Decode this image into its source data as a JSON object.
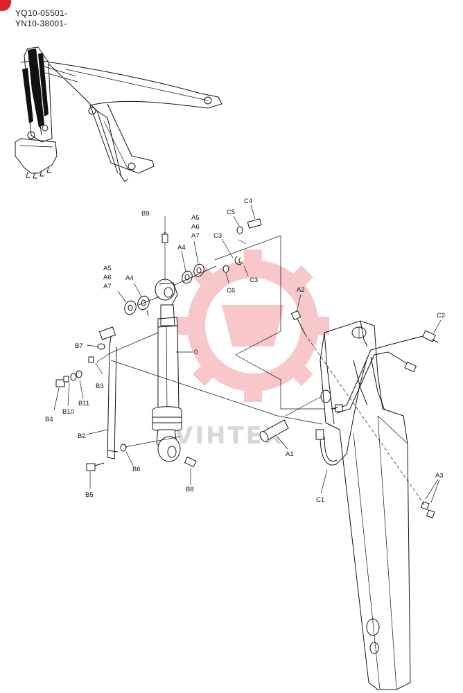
{
  "header": {
    "line1": "YQ10-05501-",
    "line2": "YN10-38001-"
  },
  "watermark": {
    "text": "VIHTEX",
    "color": "#e83a3f"
  },
  "labels": {
    "B9": "B9",
    "A5_top": "A5",
    "A6_top": "A6",
    "A7_top": "A7",
    "A4_top": "A4",
    "C5": "C5",
    "C4": "C4",
    "C3_upper": "C3",
    "C3_lower": "C3",
    "C6": "C6",
    "A5_left": "A5",
    "A6_left": "A6",
    "A7_left": "A7",
    "A4_left": "A4",
    "A2": "A2",
    "C2": "C2",
    "B7": "B7",
    "B3": "B3",
    "B4": "B4",
    "B10": "B10",
    "B11": "B11",
    "B2": "B2",
    "B5": "B5",
    "B6": "B6",
    "B8": "B8",
    "zero": "0",
    "A1": "A1",
    "C1": "C1",
    "A3": "A3"
  },
  "colors": {
    "line": "#111111",
    "accent": "#e0202a"
  }
}
